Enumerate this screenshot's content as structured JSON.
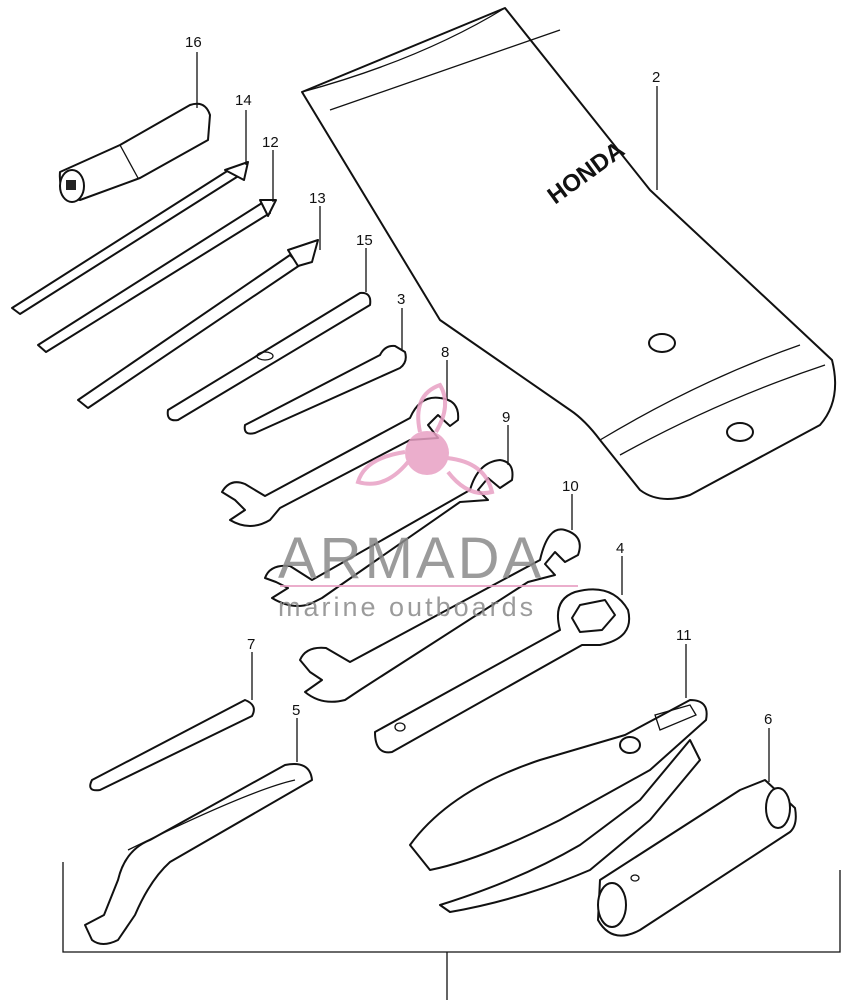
{
  "callouts": [
    "16",
    "14",
    "12",
    "13",
    "15",
    "3",
    "8",
    "9",
    "10",
    "4",
    "2",
    "7",
    "5",
    "11",
    "6"
  ],
  "brand_text": "HONDA",
  "watermark": {
    "name": "ARMADA",
    "tagline": "marine outboards",
    "accent_color": "#e8a0c4",
    "text_color": "#8a8a8a",
    "icon": "propeller-logo-icon"
  }
}
